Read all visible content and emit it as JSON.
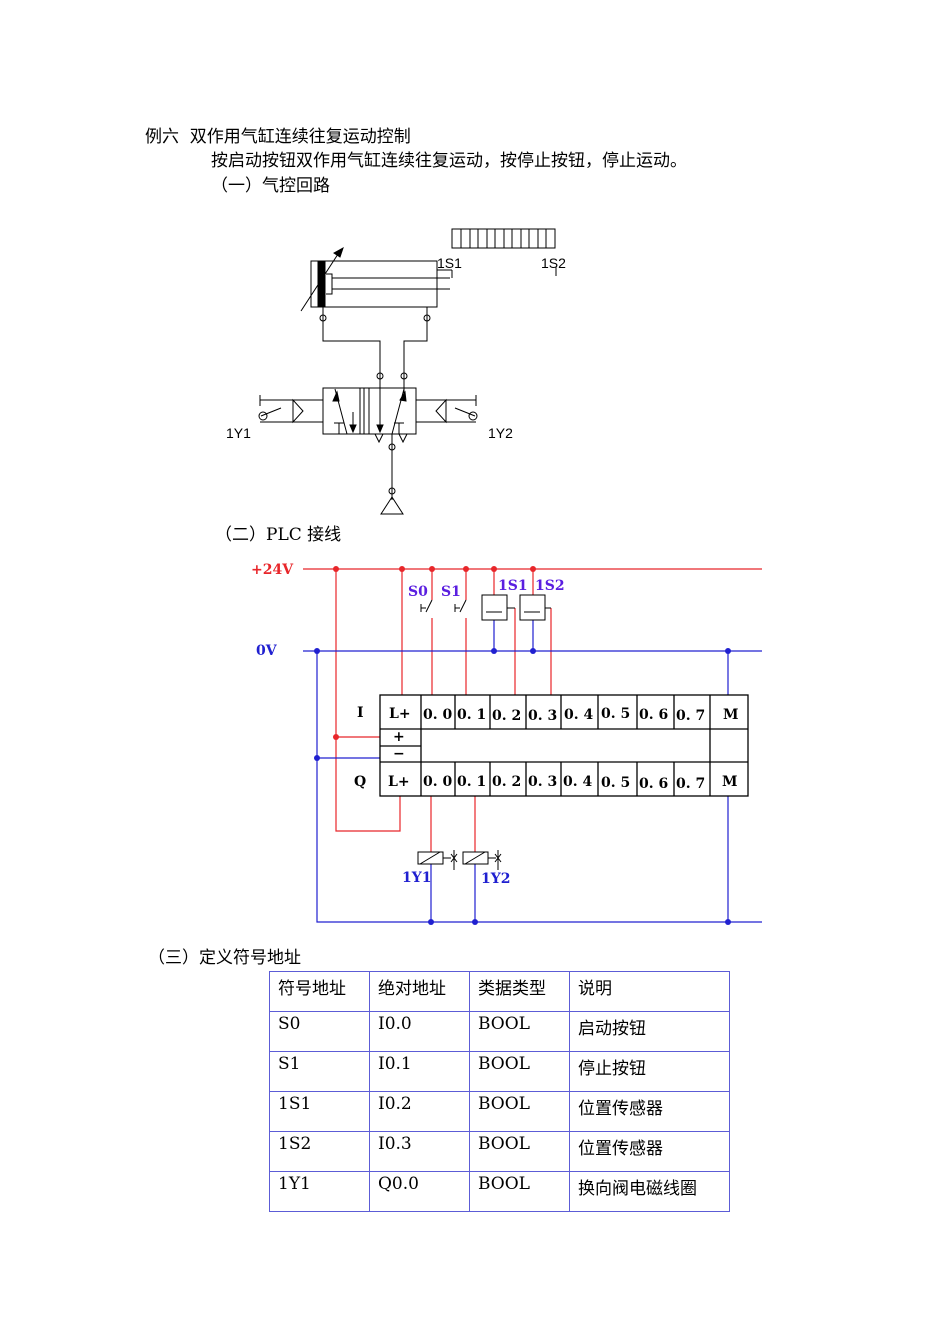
{
  "heading": "例六  双作用气缸连续往复运动控制",
  "description": "按启动按钮双作用气缸连续往复运动，按停止按钮，停止运动。",
  "section1": "（一）气控回路",
  "section2": "（二）PLC 接线",
  "section3": "（三）定义符号地址",
  "pneumatic": {
    "sensor1": "1S1",
    "sensor2": "1S2",
    "coil1": "1Y1",
    "coil2": "1Y2"
  },
  "wiring": {
    "plus24": "+24V",
    "zero": "0V",
    "s0": "S0",
    "s1": "S1",
    "s1_1": "1S1",
    "s1_2": "1S2",
    "y1": "1Y1",
    "y2": "1Y2",
    "row_i": "I",
    "row_q": "Q",
    "lplus": "L+",
    "plus": "+",
    "minus": "−",
    "m": "M",
    "terminals": [
      "0. 0",
      "0. 1",
      "0. 2",
      "0. 3",
      "0. 4",
      "0. 5",
      "0. 6",
      "0. 7"
    ],
    "colors": {
      "power": "#e8262a",
      "ground": "#2020d0",
      "labels": "#5a1ee0"
    }
  },
  "table": {
    "headers": [
      "符号地址",
      "绝对地址",
      "类据类型",
      "说明"
    ],
    "rows": [
      [
        "S0",
        "I0.0",
        "BOOL",
        "启动按钮"
      ],
      [
        "S1",
        "I0.1",
        "BOOL",
        "停止按钮"
      ],
      [
        "1S1",
        "I0.2",
        "BOOL",
        "位置传感器"
      ],
      [
        "1S2",
        "I0.3",
        "BOOL",
        "位置传感器"
      ],
      [
        "1Y1",
        "Q0.0",
        "BOOL",
        "换向阀电磁线圈"
      ]
    ]
  }
}
